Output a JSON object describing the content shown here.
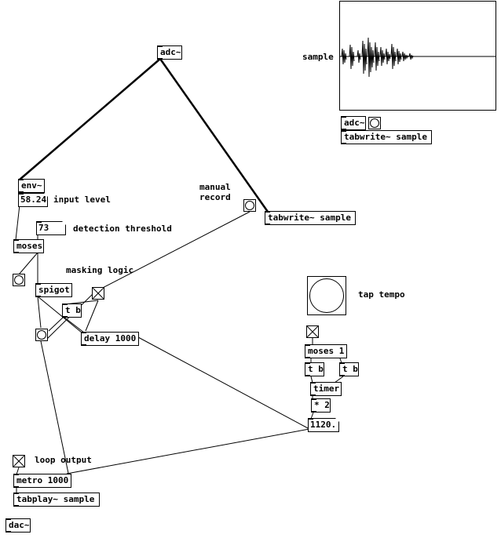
{
  "patch": {
    "objects": {
      "adc_main": "adc~",
      "env": "env~",
      "moses": "moses",
      "spigot": "spigot",
      "t_b_mask": "t b",
      "delay": "delay 1000",
      "tabwrite_main": "tabwrite~ sample",
      "adc_small": "adc~",
      "tabwrite_small": "tabwrite~ sample",
      "moses_1": "moses 1",
      "t_b_left": "t b",
      "t_b_right": "t b",
      "timer": "timer",
      "multiply": "* 2",
      "metro": "metro 1000",
      "tabplay": "tabplay~ sample",
      "dac": "dac~"
    },
    "number_boxes": {
      "input_level": "58.24",
      "threshold": "73",
      "tempo": "1120."
    },
    "comments": {
      "input_level": "input level",
      "threshold": "detection threshold",
      "manual_record": "manual\nrecord",
      "masking_logic": "masking logic",
      "tap_tempo": "tap tempo",
      "loop_output": "loop output",
      "array_name": "sample"
    }
  }
}
